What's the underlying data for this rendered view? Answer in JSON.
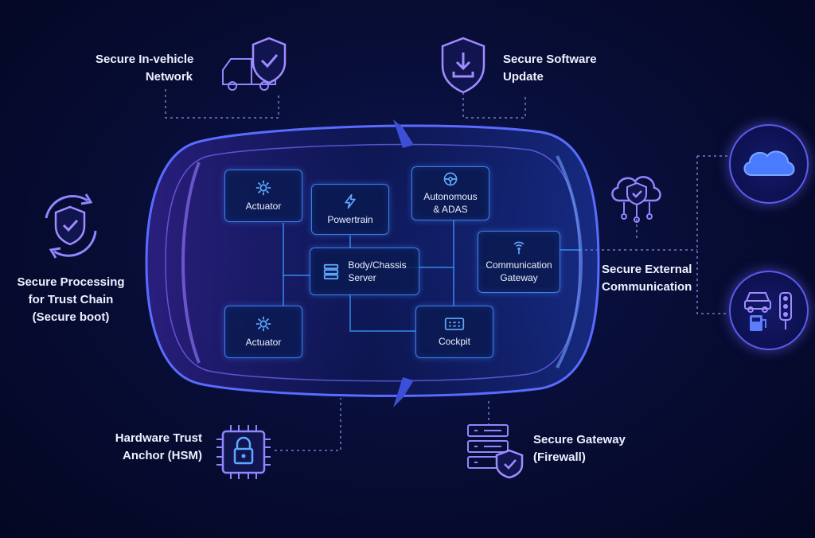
{
  "labels": {
    "in_vehicle": [
      "Secure In-vehicle",
      "Network"
    ],
    "software_update": [
      "Secure Software",
      "Update"
    ],
    "processing": [
      "Secure Processing",
      "for Trust Chain",
      "(Secure boot)"
    ],
    "external": [
      "Secure External",
      "Communication"
    ],
    "hsm": [
      "Hardware Trust",
      "Anchor (HSM)"
    ],
    "gateway": [
      "Secure Gateway",
      "(Firewall)"
    ]
  },
  "nodes": {
    "actuator_top": "Actuator",
    "powertrain": "Powertrain",
    "autonomous": [
      "Autonomous",
      "& ADAS"
    ],
    "body_chassis": [
      "Body/Chassis",
      "Server"
    ],
    "comm_gateway": [
      "Communication",
      "Gateway"
    ],
    "actuator_bottom": "Actuator",
    "cockpit": "Cockpit"
  },
  "colors": {
    "accent_purple": "#8f86ff",
    "accent_blue": "#3f7fe6",
    "line_blue": "#3aa0ff",
    "dotted": "#6f7fc8",
    "background": "#070c33"
  },
  "icons": [
    "truck-icon",
    "shield-check-icon",
    "shield-download-icon",
    "cycle-shield-icon",
    "cloud-shield-icon",
    "cloud-icon",
    "car-icon",
    "traffic-light-icon",
    "fuel-pump-icon",
    "chip-lock-icon",
    "server-shield-icon",
    "gear-icon",
    "lightning-icon",
    "steering-wheel-icon",
    "server-icon",
    "signal-icon",
    "dashboard-icon"
  ]
}
